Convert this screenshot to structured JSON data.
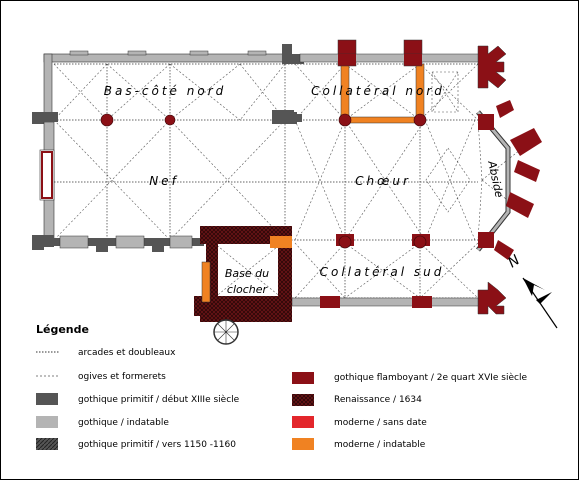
{
  "labels": {
    "bas_cote_nord": "Bas-côté nord",
    "collateral_nord": "Collatéral nord",
    "nef": "Nef",
    "choeur": "Chœur",
    "abside": "Abside",
    "base_clocher_1": "Base du",
    "base_clocher_2": "clocher",
    "collateral_sud": "Collatéral sud",
    "north_letter": "N"
  },
  "legend": {
    "title": "Légende",
    "items": [
      {
        "key": "arcades",
        "text": "arcades et doubleaux"
      },
      {
        "key": "ogives",
        "text": "ogives et formerets"
      },
      {
        "key": "gothique_primitif",
        "text": "gothique primitif / début XIIIe siècle",
        "color": "#555555"
      },
      {
        "key": "gothique_indatable",
        "text": "gothique / indatable",
        "color": "#b4b4b4"
      },
      {
        "key": "gothique_1150",
        "text": "gothique primitif / vers 1150 -1160",
        "color": "#555555"
      },
      {
        "key": "flamboyant",
        "text": "gothique flamboyant / 2e quart XVIe siècle",
        "color": "#8b1016"
      },
      {
        "key": "renaissance",
        "text": "Renaissance / 1634",
        "color": "#5a1214"
      },
      {
        "key": "moderne_sans_date",
        "text": "moderne / sans date",
        "color": "#e3262b"
      },
      {
        "key": "moderne_indatable",
        "text": "moderne / indatable",
        "color": "#f08222"
      }
    ]
  },
  "colors": {
    "early_gothic": "#555555",
    "gothic_undated": "#b4b4b4",
    "flamboyant": "#8b1016",
    "renaissance": "#5a1214",
    "modern_undated": "#f08222",
    "modern_no_date": "#e3262b"
  }
}
